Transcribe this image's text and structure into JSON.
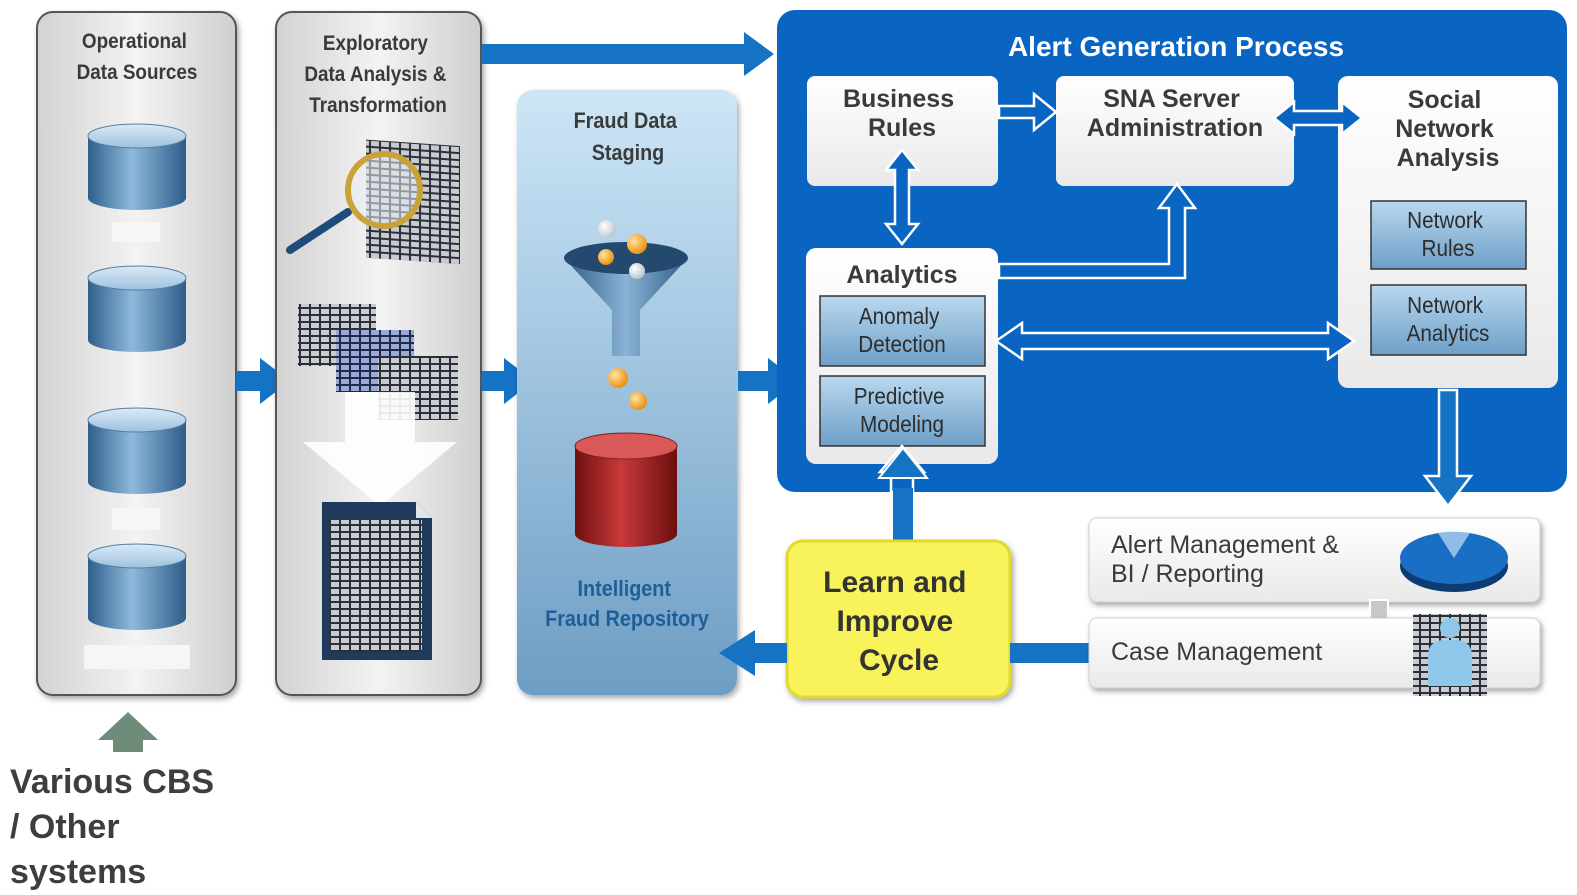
{
  "diagram": {
    "columns": {
      "operational": {
        "title": [
          "Operational",
          "Data Sources"
        ]
      },
      "exploratory": {
        "title": [
          "Exploratory",
          "Data Analysis &",
          "Transformation"
        ]
      },
      "staging": {
        "title": [
          "Fraud Data",
          "Staging"
        ],
        "repository_label": [
          "Intelligent",
          "Fraud Repository"
        ]
      }
    },
    "alert_generation": {
      "title": "Alert Generation Process",
      "business_rules": [
        "Business",
        "Rules"
      ],
      "sna_admin": [
        "SNA Server",
        "Administration"
      ],
      "social_network": {
        "title": [
          "Social",
          "Network",
          "Analysis"
        ],
        "network_rules": [
          "Network",
          "Rules"
        ],
        "network_analytics": [
          "Network",
          "Analytics"
        ]
      },
      "analytics": {
        "title": "Analytics",
        "anomaly_detection": [
          "Anomaly",
          "Detection"
        ],
        "predictive_modeling": [
          "Predictive",
          "Modeling"
        ]
      }
    },
    "learn_cycle": [
      "Learn and",
      "Improve",
      "Cycle"
    ],
    "alert_management": [
      "Alert Management &",
      "BI / Reporting"
    ],
    "case_management": "Case Management",
    "source_systems": [
      "Various CBS",
      "/ Other",
      "systems"
    ]
  },
  "colors": {
    "arrow_blue": "#1673c4",
    "panel_blue": "#0a64c2",
    "learn_yellow": "#f8f35a",
    "repository_red": "#a81c1c",
    "text_dark": "#3e3e3e"
  }
}
